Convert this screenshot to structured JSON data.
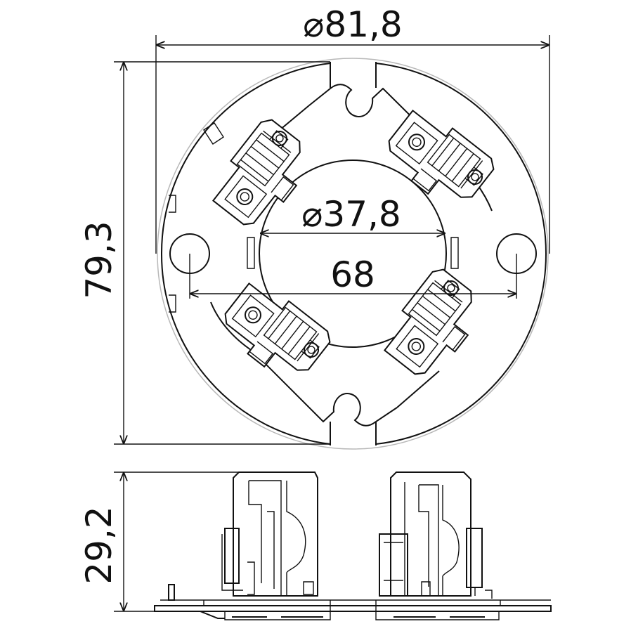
{
  "dimensions": {
    "outer_diameter": "⌀81,8",
    "inner_diameter": "⌀37,8",
    "hole_spacing": "68",
    "height_top": "79,3",
    "height_side": "29,2"
  },
  "colors": {
    "line": "#111111",
    "ghost_line": "#b8b8b8",
    "background": "#ffffff"
  }
}
